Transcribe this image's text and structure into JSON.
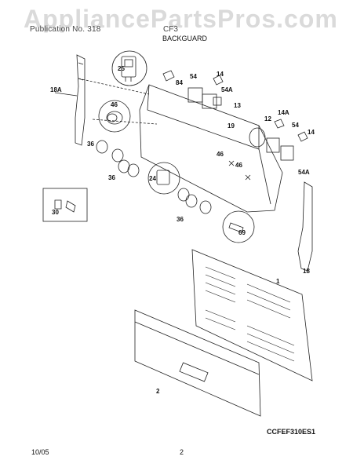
{
  "watermark": "AppliancePartsPros.com",
  "header": {
    "publication": "Publication No. 318",
    "model_code": "CF3",
    "section_title": "BACKGUARD"
  },
  "footer": {
    "date": "10/05",
    "page_number": "2",
    "diagram_code": "CCFEF310ES1"
  },
  "part_labels": {
    "p18a": "18A",
    "p25": "25",
    "p84": "84",
    "p54_top": "54",
    "p14_top": "14",
    "p54a_top": "54A",
    "p13": "13",
    "p46_left": "46",
    "p19": "19",
    "p12": "12",
    "p14a": "14A",
    "p54_right": "54",
    "p14_right": "14",
    "p36_left": "36",
    "p36_mid": "36",
    "p46_mid": "46",
    "p46_low": "46",
    "p54a_right": "54A",
    "p24": "24",
    "p30": "30",
    "p36_bot": "36",
    "p69": "69",
    "p18": "18",
    "p1": "1",
    "p2": "2"
  }
}
